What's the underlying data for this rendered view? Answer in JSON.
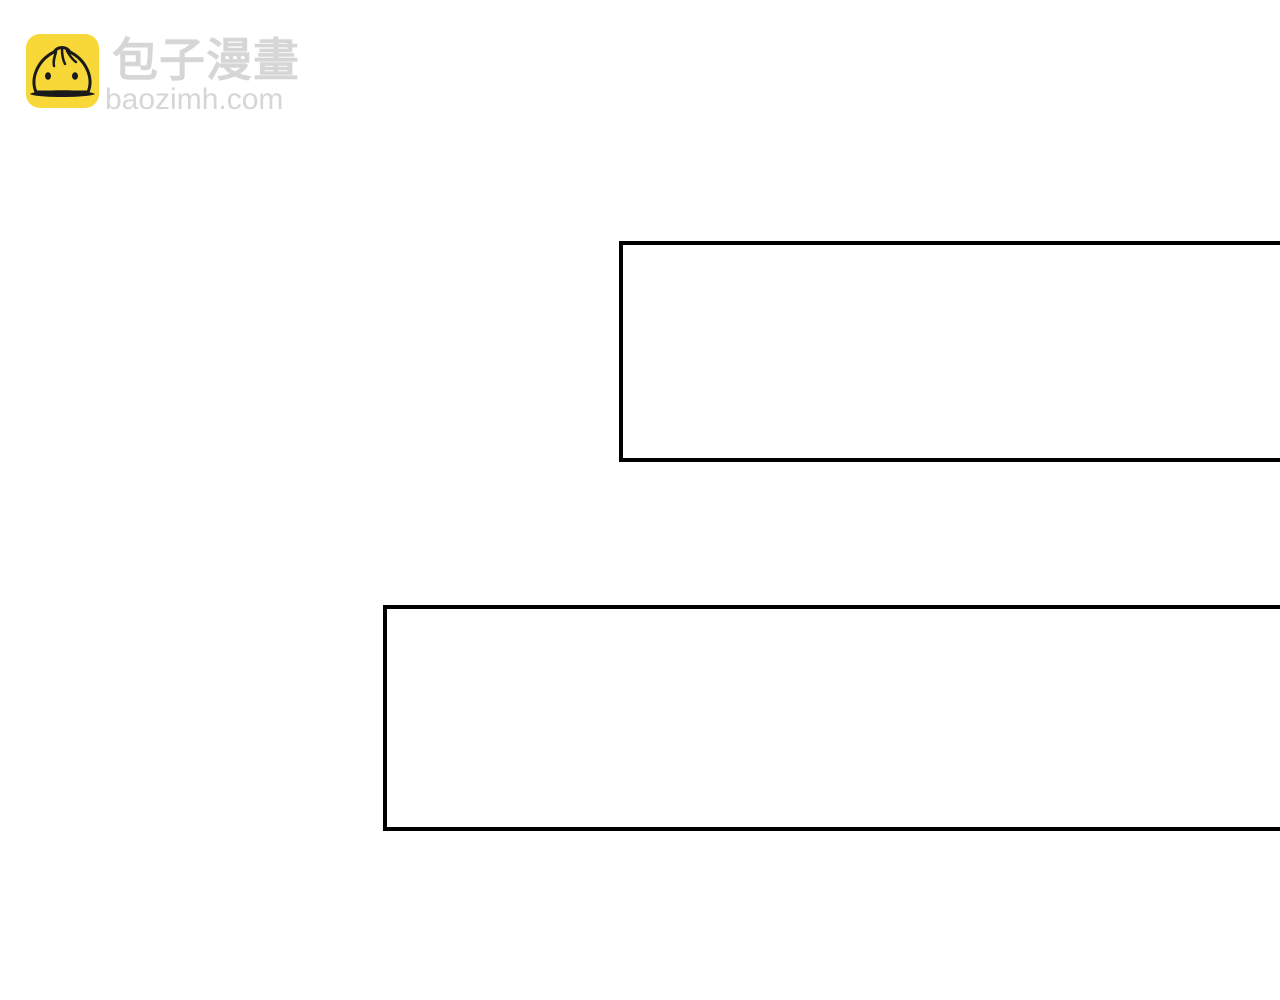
{
  "watermark": {
    "icon": "steamed-bun-icon",
    "title_cn": "包子漫畫",
    "domain": "baozimh.com",
    "colors": {
      "icon_bg": "#f7d838",
      "text": "#d6d6d6"
    }
  },
  "panels": [
    {
      "id": "panel-1",
      "text": ""
    },
    {
      "id": "panel-2",
      "text": ""
    }
  ],
  "colors": {
    "background": "#ffffff",
    "panel_border": "#000000"
  }
}
